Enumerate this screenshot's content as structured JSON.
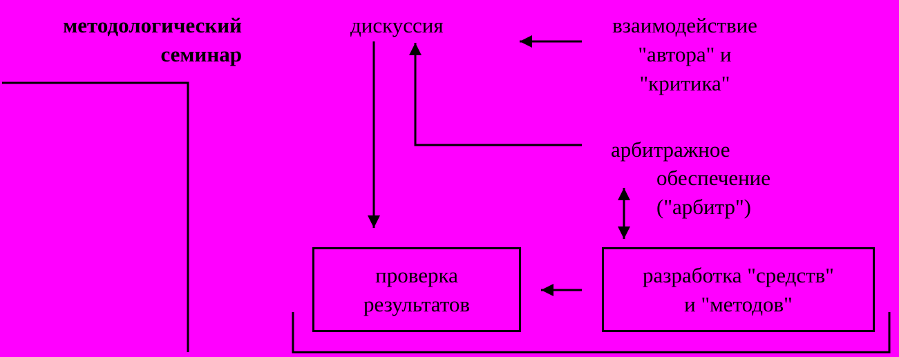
{
  "colors": {
    "background": "#ff00ff",
    "ink": "#000000"
  },
  "seminar": {
    "line1": "методологический",
    "line2": "семинар"
  },
  "discussion": "дискуссия",
  "interaction": {
    "line1": "взаимодействие",
    "line2": "\"автора\" и",
    "line3": "\"критика\""
  },
  "arbitration": {
    "line1": "арбитражное",
    "line2": "обеспечение",
    "line3": "(\"арбитр\")"
  },
  "verification": {
    "line1": "проверка",
    "line2": "результатов"
  },
  "development": {
    "line1": "разработка \"средств\"",
    "line2": "и \"методов\""
  }
}
